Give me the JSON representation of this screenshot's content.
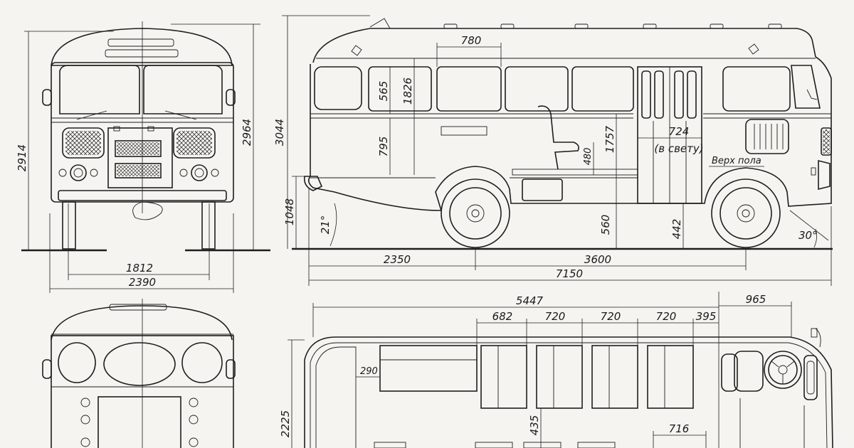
{
  "drawing": {
    "front": {
      "height_left": "2914",
      "height_right": "2964",
      "track": "1812",
      "width": "2390"
    },
    "side": {
      "height_overall": "3044",
      "height_bumper": "1048",
      "approach_angle": "21°",
      "departure_angle": "30°",
      "window_width": "780",
      "window_height": "565",
      "interior_height": "1826",
      "sill_height": "795",
      "door_height": "1757",
      "seat_height": "480",
      "door_width": "724",
      "door_width_note": "(в свету)",
      "floor_top_label": "Верх пола",
      "floor_step": "560",
      "floor_step_2": "442",
      "front_overhang": "2350",
      "wheelbase": "3600",
      "length": "7150"
    },
    "plan": {
      "body_length": "5447",
      "cab_length": "965",
      "seat_pitch_1": "682",
      "seat_pitch_2": "720",
      "seat_pitch_3": "720",
      "seat_pitch_4": "720",
      "seat_pitch_5": "395",
      "aisle_offset": "290",
      "aisle_width": "435",
      "door_seat": "716",
      "inner_width": "2225"
    }
  },
  "colors": {
    "ink": "#1e1e1e",
    "paper": "#f5f4f0"
  }
}
